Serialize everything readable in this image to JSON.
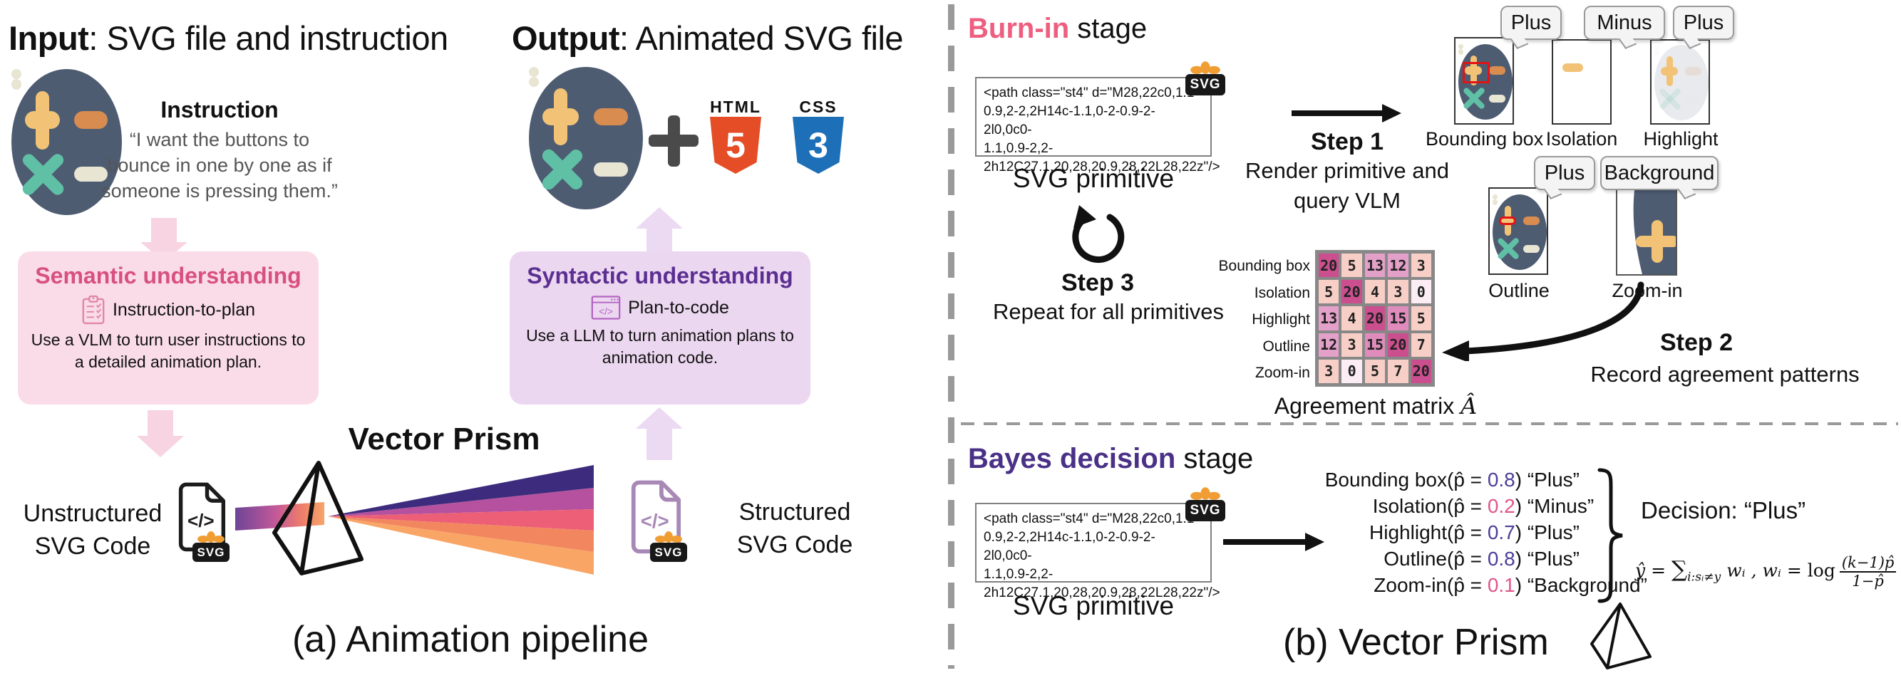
{
  "shared": {
    "svg_code_lines": [
      "<path class=\"st4\" d=\"M28,22c0,1.1-",
      "0.9,2-2,2H14c-1.1,0-2-0.9-2-2l0,0c0-",
      "1.1,0.9-2,2-",
      "2h12C27.1,20,28,20.9,28,22L28,22z\"/>"
    ],
    "svg_primitive_label": "SVG primitive",
    "svg_badge_text": "SVG"
  },
  "left": {
    "input_title_bold": "Input",
    "input_title_rest": ": SVG file and instruction",
    "output_title_bold": "Output",
    "output_title_rest": ": Animated SVG file",
    "instruction": {
      "heading": "Instruction",
      "quote_lines": [
        "“I want the buttons to",
        "bounce in one by one as if",
        "someone is pressing them.”"
      ]
    },
    "semantic": {
      "title": "Semantic understanding",
      "title_color": "#d8507f",
      "subtitle": "Instruction-to-plan",
      "body_lines": [
        "Use a VLM to turn user instructions to",
        "a detailed animation plan."
      ]
    },
    "syntactic": {
      "title": "Syntactic understanding",
      "title_color": "#5b2f91",
      "subtitle": "Plan-to-code",
      "body_lines": [
        "Use a LLM to turn animation plans to",
        "animation code."
      ]
    },
    "vector_prism_title": "Vector Prism",
    "unstructured_line1": "Unstructured",
    "unstructured_line2": "SVG Code",
    "structured_line1": "Structured",
    "structured_line2": "SVG Code",
    "caption": "(a) Animation pipeline",
    "html_badge": {
      "label": "HTML",
      "number": "5",
      "color": "#e44d26"
    },
    "css_badge": {
      "label": "CSS",
      "number": "3",
      "color": "#1d70b8"
    }
  },
  "right": {
    "burnin": {
      "title_bold": "Burn-in",
      "title_rest": " stage",
      "title_color": "#ee5e7f",
      "step1_title": "Step 1",
      "step1_line1": "Render primitive and",
      "step1_line2": "query VLM",
      "step2_title": "Step 2",
      "step2_line": "Record agreement patterns",
      "step3_title": "Step 3",
      "step3_line": "Repeat for all primitives",
      "views": [
        "Bounding box",
        "Isolation",
        "Highlight",
        "Outline",
        "Zoom-in"
      ],
      "bubbles": {
        "bounding": "Plus",
        "isolation": "Minus",
        "highlight": "Plus",
        "outline": "Plus",
        "zoomin": "Background"
      }
    },
    "matrix": {
      "row_labels": [
        "Bounding box",
        "Isolation",
        "Highlight",
        "Outline",
        "Zoom-in"
      ],
      "cells": [
        [
          20,
          5,
          13,
          12,
          3
        ],
        [
          5,
          20,
          4,
          3,
          0
        ],
        [
          13,
          4,
          20,
          15,
          5
        ],
        [
          12,
          3,
          15,
          20,
          7
        ],
        [
          3,
          0,
          5,
          7,
          20
        ]
      ],
      "value_colors": {
        "0": "#fcedf4",
        "3": "#f8cfc6",
        "4": "#f8cfc6",
        "5": "#f8cfc6",
        "7": "#f8cfc6",
        "12": "#e3a0c9",
        "13": "#e3a0c9",
        "15": "#df8cbc",
        "20": "#cb4f8e"
      },
      "caption_prefix": "Agreement matrix ",
      "caption_math": "Â"
    },
    "bayes": {
      "title_bold": "Bayes decision",
      "title_rest": " stage",
      "title_color": "#4a3187",
      "p_open": "(p̂ = ",
      "p_close": ") ",
      "rows": [
        {
          "method": "Bounding box",
          "value": "0.8",
          "answer": "“Plus”",
          "color": "#4b3e97"
        },
        {
          "method": "Isolation",
          "value": "0.2",
          "answer": "“Minus”",
          "color": "#e0558b"
        },
        {
          "method": "Highlight",
          "value": "0.7",
          "answer": "“Plus”",
          "color": "#4b3e97"
        },
        {
          "method": "Outline",
          "value": "0.8",
          "answer": "“Plus”",
          "color": "#4b3e97"
        },
        {
          "method": "Zoom-in",
          "value": "0.1",
          "answer": "“Background”",
          "color": "#e0558b"
        }
      ],
      "decision": "Decision: “Plus”",
      "formula": {
        "yhat": "ŷ",
        "eq1": " = ",
        "sigma": "∑",
        "sigma_sub": "i:sᵢ≠y",
        "w1": " wᵢ ",
        "comma": ", ",
        "w2": "wᵢ",
        "eq2": " =  ",
        "log": "log",
        "frac_top": "(k−1)p̂",
        "frac_bot": "1−p̂"
      }
    },
    "caption": "(b) Vector Prism"
  },
  "chart_data": {
    "type": "heatmap",
    "title": "Agreement matrix Â",
    "x_categories": [
      "Bounding box",
      "Isolation",
      "Highlight",
      "Outline",
      "Zoom-in"
    ],
    "y_categories": [
      "Bounding box",
      "Isolation",
      "Highlight",
      "Outline",
      "Zoom-in"
    ],
    "values": [
      [
        20,
        5,
        13,
        12,
        3
      ],
      [
        5,
        20,
        4,
        3,
        0
      ],
      [
        13,
        4,
        20,
        15,
        5
      ],
      [
        12,
        3,
        15,
        20,
        7
      ],
      [
        3,
        0,
        5,
        7,
        20
      ]
    ],
    "value_range": [
      0,
      20
    ],
    "colorscale": {
      "0": "#fcedf4",
      "5": "#f8cfc6",
      "13": "#e3a0c9",
      "15": "#df8cbc",
      "20": "#cb4f8e"
    }
  }
}
